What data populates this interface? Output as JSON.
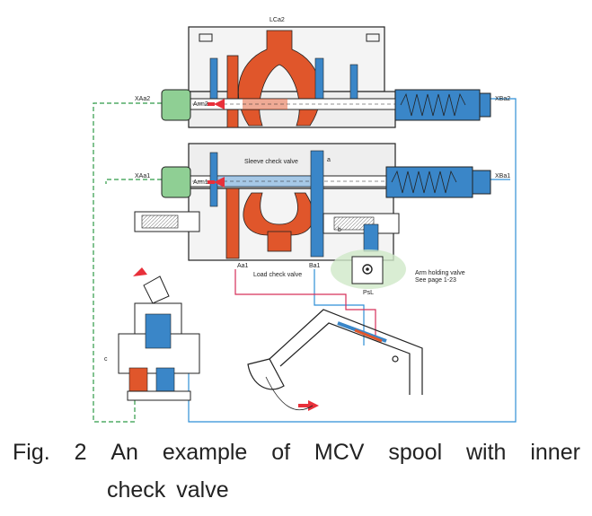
{
  "labels": {
    "lca2": "LCa2",
    "xaa2": "XAa2",
    "xba2": "XBa2",
    "xaa1": "XAa1",
    "xba1": "XBa1",
    "arm2": "Arm2",
    "arm1": "Arm1",
    "sleeve": "Sleeve check valve",
    "aa1": "Aa1",
    "ba1": "Ba1",
    "load_check": "Load check valve",
    "arm_holding_1": "Arm holding valve",
    "arm_holding_2": "See page 1-23",
    "psl": "PsL",
    "a": "a",
    "b": "b",
    "c": "c"
  },
  "caption": {
    "line1": [
      "Fig.",
      "2",
      "An",
      "example",
      "of",
      "MCV",
      "spool",
      "with",
      "inner"
    ],
    "line2": "check valve"
  },
  "colors": {
    "orange": "#e0562b",
    "blue": "#3a86c8",
    "green": "#8fcf94",
    "pilot_green": "#2e9a47",
    "pilot_blue": "#2f8fd6",
    "red_line": "#d6305a",
    "arrow": "#e8303a"
  }
}
